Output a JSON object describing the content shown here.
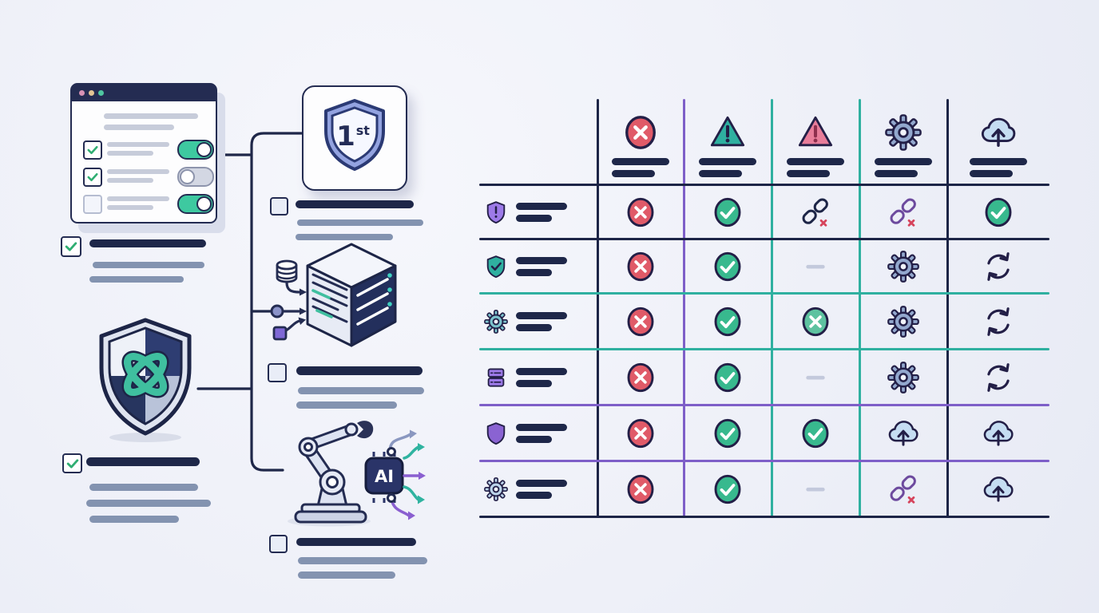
{
  "palette": {
    "navy": "#1d2547",
    "outline": "#231f47",
    "red": "#e05a68",
    "green": "#38b98e",
    "green_light": "#5ec2a0",
    "teal": "#2fb0a0",
    "teal_knot": "#3fbf9f",
    "purple": "#8a63d2",
    "purple_light": "#9d7ae8",
    "purple_dark": "#6d4a9e",
    "steel": "#93a8ce",
    "teal_gear": "#7cc3cd",
    "blue_light": "#bcd4ea",
    "cloud": "#c5ddf2",
    "pink": "#e87d9a",
    "pink_mark": "#8e2f4e",
    "red_x": "#d6445c",
    "bar_navy": "#1e2749",
    "bar_gray": "#8393b0",
    "bar_light": "#c7ccda",
    "dash": "#c3c9dc",
    "grid_navy": "#1d2547",
    "grid_purple": "#7e5fc8",
    "grid_teal": "#2fb0a0",
    "toggle_on": "#3ec9a0",
    "window_dots": [
      "#d792b4",
      "#e3c493",
      "#4fc6a0"
    ]
  },
  "badge": {
    "number": "1",
    "suffix": "st"
  },
  "ai_chip": {
    "label": "AI"
  },
  "browser_window": {
    "rows": [
      {
        "checkbox": "checked",
        "toggle": "on"
      },
      {
        "checkbox": "checked",
        "toggle": "off"
      },
      {
        "checkbox": "unchecked",
        "toggle": "on"
      }
    ]
  },
  "checklists": [
    {
      "id": "under-browser",
      "checked": true,
      "lines": 3
    },
    {
      "id": "under-shield",
      "checked": true,
      "lines": 4
    },
    {
      "id": "under-badge",
      "checked": false,
      "lines": 3
    },
    {
      "id": "under-server",
      "checked": false,
      "lines": 3
    },
    {
      "id": "under-robot",
      "checked": false,
      "lines": 3
    }
  ],
  "table": {
    "header_columns": [
      {
        "icon": "cross-circle"
      },
      {
        "icon": "warning-triangle-green"
      },
      {
        "icon": "warning-triangle-pink"
      },
      {
        "icon": "gear"
      },
      {
        "icon": "cloud-upload"
      }
    ],
    "rows": [
      {
        "icon": "shield-exclamation",
        "cells": [
          "cross-circle",
          "check-circle",
          "broken-link",
          "broken-link-purple",
          "check-circle"
        ]
      },
      {
        "icon": "shield-check",
        "cells": [
          "cross-circle",
          "check-circle",
          "dash",
          "gear",
          "refresh"
        ]
      },
      {
        "icon": "gear-teal",
        "cells": [
          "cross-circle",
          "check-circle",
          "cross-circle-green",
          "gear",
          "refresh"
        ]
      },
      {
        "icon": "server",
        "cells": [
          "cross-circle",
          "check-circle",
          "dash",
          "gear",
          "refresh"
        ]
      },
      {
        "icon": "shield-solid",
        "cells": [
          "cross-circle",
          "check-circle",
          "check-circle",
          "cloud-upload",
          "cloud-upload"
        ]
      },
      {
        "icon": "gear-light",
        "cells": [
          "cross-circle",
          "check-circle",
          "dash",
          "broken-link-purple",
          "cloud-upload"
        ]
      }
    ],
    "grid": {
      "vertical": [
        "grid_navy",
        "grid_purple",
        "grid_teal",
        "grid_teal",
        "grid_navy"
      ],
      "horizontal": [
        "grid_navy",
        "grid_navy",
        "grid_teal",
        "grid_teal",
        "grid_purple",
        "grid_purple",
        "grid_navy"
      ]
    }
  }
}
